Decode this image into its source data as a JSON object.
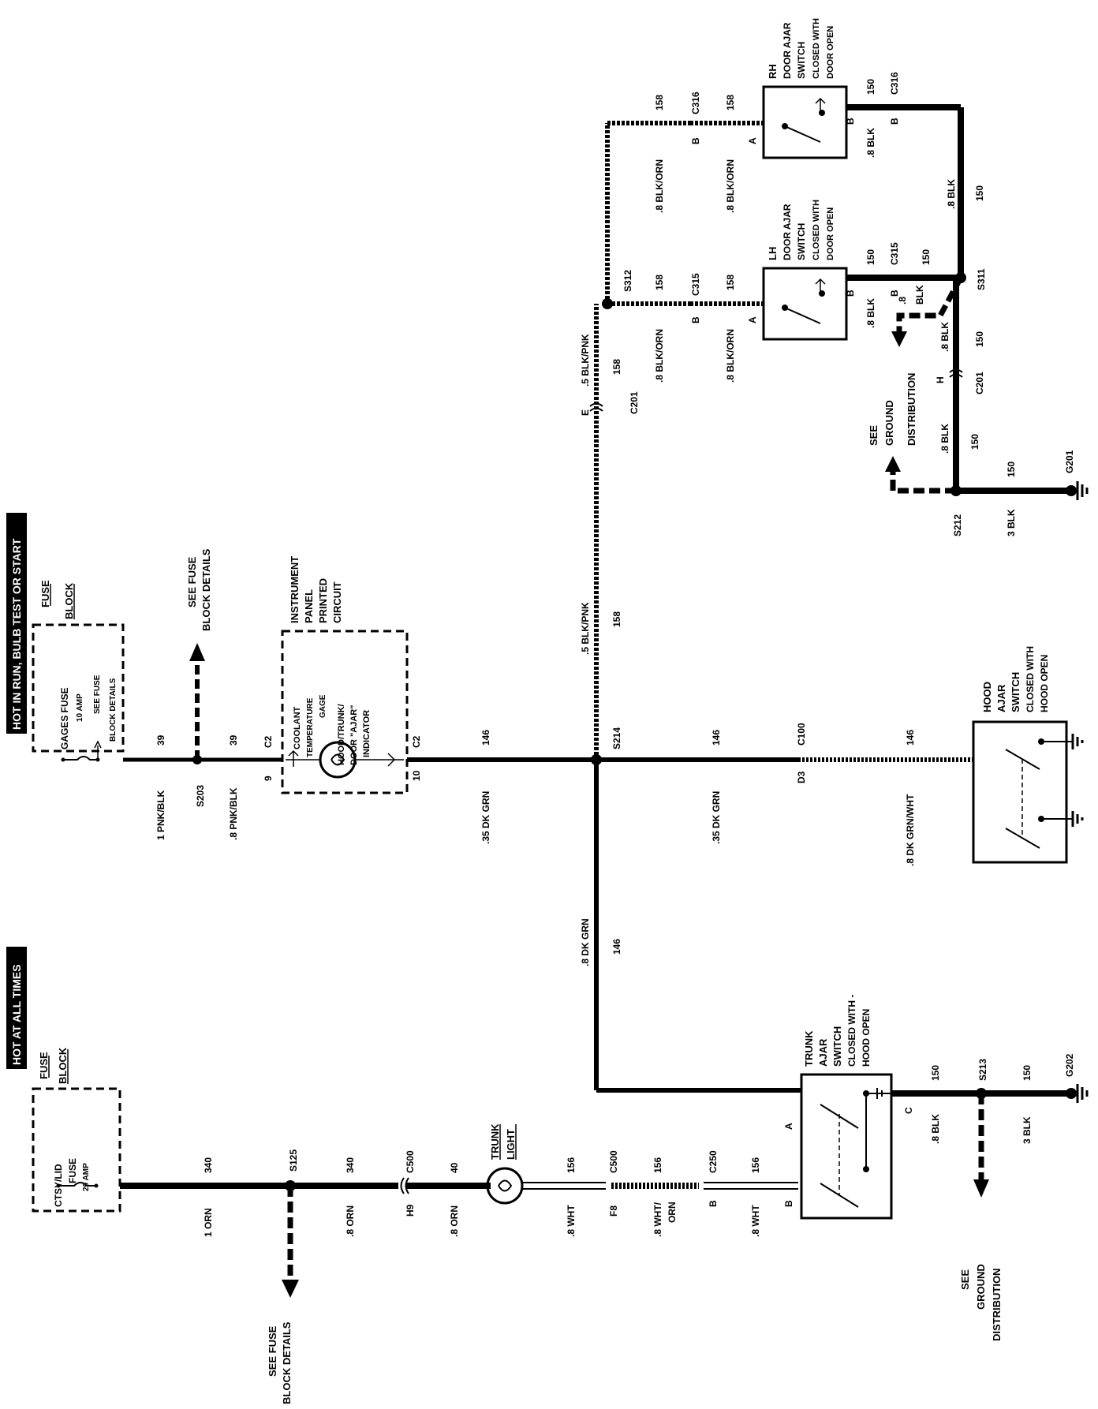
{
  "banners": {
    "run": "HOT IN RUN, BULB TEST OR START",
    "always": "HOT AT ALL TIMES"
  },
  "fuse_block_gages": {
    "title_1": "FUSE",
    "title_2": "BLOCK",
    "fuse_name": "GAGES FUSE",
    "fuse_rating": "10 AMP",
    "see_1": "SEE FUSE",
    "see_2": "BLOCK DETAILS"
  },
  "fuse_block_ctsy": {
    "title_1": "FUSE",
    "title_2": "BLOCK",
    "fuse_name_1": "CTSY/LID",
    "fuse_name_2": "FUSE",
    "fuse_rating": "20 AMP"
  },
  "refs": {
    "see_fuse_top_1": "SEE FUSE",
    "see_fuse_top_2": "BLOCK DETAILS",
    "see_fuse_bottom_1": "SEE FUSE",
    "see_fuse_bottom_2": "BLOCK DETAILS",
    "ground_dist_top_1": "SEE",
    "ground_dist_top_2": "GROUND",
    "ground_dist_top_3": "DISTRIBUTION",
    "ground_dist_bottom_1": "SEE",
    "ground_dist_bottom_2": "GROUND",
    "ground_dist_bottom_3": "DISTRIBUTION"
  },
  "instrument_panel": {
    "title_1": "INSTRUMENT",
    "title_2": "PANEL",
    "title_3": "PRINTED",
    "title_4": "CIRCUIT",
    "gage_1": "COOLANT",
    "gage_2": "TEMPERATURE",
    "gage_3": "GAGE",
    "indicator_1": "HOOD/TRUNK/",
    "indicator_2": "DOOR \"AJAR\"",
    "indicator_3": "INDICATOR",
    "pin_in": "9",
    "pin_out": "10",
    "conn_in": "C2",
    "conn_out": "C2"
  },
  "switches": {
    "rh_door": [
      "RH",
      "DOOR AJAR",
      "SWITCH",
      "CLOSED WITH",
      "DOOR OPEN"
    ],
    "lh_door": [
      "LH",
      "DOOR AJAR",
      "SWITCH",
      "CLOSED WITH",
      "DOOR OPEN"
    ],
    "hood": [
      "HOOD",
      "AJAR",
      "SWITCH",
      "CLOSED WITH",
      "HOOD OPEN"
    ],
    "trunk": [
      "TRUNK",
      "AJAR",
      "SWITCH",
      "CLOSED WITH -",
      "HOOD OPEN"
    ],
    "trunk_light": [
      "TRUNK",
      "LIGHT"
    ]
  },
  "splices": {
    "s203": "S203",
    "s214": "S214",
    "s312": "S312",
    "s311": "S311",
    "s212": "S212",
    "s125": "S125",
    "s213": "S213"
  },
  "grounds": {
    "g201": "G201",
    "g202": "G202"
  },
  "connectors": {
    "c316a": "C316",
    "c316b": "C316",
    "c315a": "C315",
    "c315b": "C315",
    "c201a": "C201",
    "c201b": "C201",
    "c100": "C100",
    "c500a": "C500",
    "c500b": "C500",
    "c250": "C250"
  },
  "pins": {
    "p_b1": "B",
    "p_a1": "A",
    "p_b2": "B",
    "p_b3": "B",
    "p_b4": "B",
    "p_a2": "A",
    "p_b5": "B",
    "p_b6": "B",
    "p_e": "E",
    "p_h": "H",
    "p_d3": "D3",
    "p_h9": "H9",
    "p_f8": "F8",
    "p_b7": "B",
    "p_b8": "B",
    "p_a3": "A",
    "p_c": "C"
  },
  "wires": {
    "w39a": "39",
    "w1pnk": "1 PNK/BLK",
    "w39b": "39",
    "w8pnk": ".8 PNK/BLK",
    "w146a": "146",
    "w35a": ".35 DK GRN",
    "w146b": "146",
    "w35b": ".35 DK GRN",
    "w146c": "146",
    "w8gw": ".8 DK GRN/WHT",
    "w158v1": ".5 BLK/PNK",
    "w158v1n": "158",
    "w158v2": ".5 BLK/PNK",
    "w158v2n": "158",
    "w146v": ".8 DK GRN",
    "w146vn": "146",
    "w158r1": "158",
    "w158r2": "158",
    "w8bo1": ".8 BLK/ORN",
    "w8bo2": ".8 BLK/ORN",
    "w158l1": "158",
    "w158l2": "158",
    "w8bo3": ".8 BLK/ORN",
    "w8bo4": ".8 BLK/ORN",
    "w150r": "150",
    "w8blkr": ".8 BLK",
    "w150rv": "150",
    "w8blkrv": ".8 BLK",
    "w150l": "150",
    "w8blkl": ".8 BLK",
    "w150l2": "150",
    "w8blkl2": ".8",
    "w8blkl3": "BLK",
    "w8blkl4": ".8 BLK",
    "w150c": "150",
    "w150d": "150",
    "w8blkd": ".8 BLK",
    "w150g": "150",
    "w3blk": "3 BLK",
    "w340a": "340",
    "w1orn": "1 ORN",
    "w340b": "340",
    "w8orna": ".8 ORN",
    "w40": "40",
    "w8ornb": ".8 ORN",
    "w156a": "156",
    "w8wht": ".8 WHT",
    "w156b": "156",
    "w8whto1": ".8 WHT/",
    "w8whto2": "ORN",
    "w156c": "156",
    "w8wht2": ".8 WHT",
    "w150t": "150",
    "w8blkt": ".8 BLK",
    "w150t2": "150",
    "w3blk2": "3 BLK"
  }
}
